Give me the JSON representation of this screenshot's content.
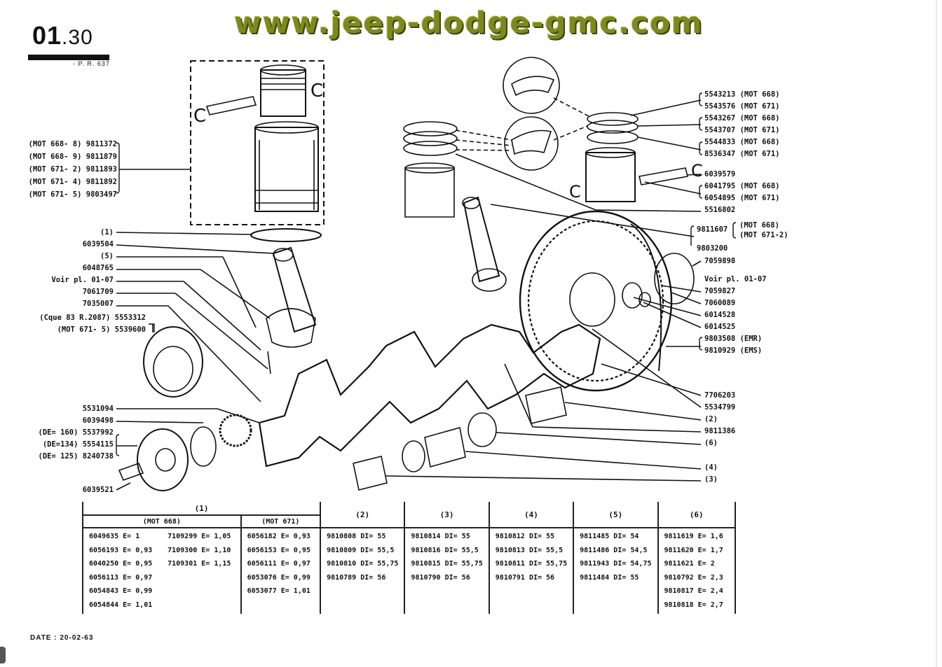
{
  "header": {
    "section_main": "01",
    "section_sub": ".30",
    "plate_ref": "- P. R. 637",
    "watermark": "www.jeep-dodge-gmc.com"
  },
  "labels": {
    "left_liners": [
      "(MOT 668- 8) 9811372",
      "(MOT 668- 9) 9811879",
      "(MOT 671- 2) 9811893",
      "(MOT 671- 4) 9811892",
      "(MOT 671- 5) 9803497"
    ],
    "left_parts": [
      "(1)",
      "6039504",
      "(5)",
      "6048765",
      "Voir pl. 01-07",
      "7061709",
      "7035007",
      "(Cque 83 R.2087) 5553312",
      "(MOT 671- 5) 5539600",
      "5531094",
      "6039498",
      "(DE= 160) 5537992",
      "(DE=134) 5554115",
      "(DE= 125) 8240738",
      "6039521"
    ],
    "right_rings": [
      "5543213 (MOT 668)",
      "5543576 (MOT 671)",
      "5543267 (MOT 668)",
      "5543707 (MOT 671)",
      "5544833 (MOT 668)",
      "8536347 (MOT 671)",
      "6039579",
      "6041795 (MOT 668)",
      "6054895 (MOT 671)",
      "5516802"
    ],
    "right_rod": [
      "9811607",
      "(MOT 668)",
      "(MOT 671-2)",
      "9803200"
    ],
    "right_flywheel": [
      "7059898",
      "Voir pl. 01-07",
      "7059827",
      "7060089",
      "6014528",
      "6014525",
      "9803508 (EMR)",
      "9810929 (EMS)"
    ],
    "right_bottom": [
      "7706203",
      "5534799",
      "(2)",
      "9811386",
      "(6)",
      "(4)",
      "(3)"
    ]
  },
  "table": {
    "col_headers": [
      "(1)",
      "(2)",
      "(3)",
      "(4)",
      "(5)",
      "(6)"
    ],
    "sub_headers": [
      "(MOT 668)",
      "(MOT 671)"
    ],
    "col1a": [
      "6049635 E= 1",
      "6056193 E= 0,93",
      "6040250 E= 0,95",
      "6056113 E= 0,97",
      "6054843 E= 0,99",
      "6054844 E= 1,01"
    ],
    "col1b": [
      "7109299 E= 1,05",
      "7109300 E= 1,10",
      "7109301 E= 1,15"
    ],
    "col1c": [
      "6056182 E= 0,93",
      "6056153 E= 0,95",
      "6056111 E= 0,97",
      "6053076 E= 0,99",
      "6053077 E= 1,01"
    ],
    "col2": [
      "9810808 DI= 55",
      "9810809 DI= 55,5",
      "9810810 DI= 55,75",
      "9810789 DI= 56"
    ],
    "col3": [
      "9810814 DI= 55",
      "9810816 DI= 55,5",
      "9810815 DI= 55,75",
      "9810790 DI= 56"
    ],
    "col4": [
      "9810812 DI= 55",
      "9810813 DI= 55,5",
      "9810811 DI= 55,75",
      "9810791 DI= 56"
    ],
    "col5": [
      "9811485 DI= 54",
      "9811486 DI= 54,5",
      "9811943 DI= 54,75",
      "9811484 DI= 55"
    ],
    "col6": [
      "9811619 E= 1,6",
      "9811620 E= 1,7",
      "9811621 E= 2",
      "9810792 E= 2,3",
      "9810817 E= 2,4",
      "9810818 E= 2,7"
    ]
  },
  "footer": {
    "date": "DATE : 20-02-63"
  }
}
